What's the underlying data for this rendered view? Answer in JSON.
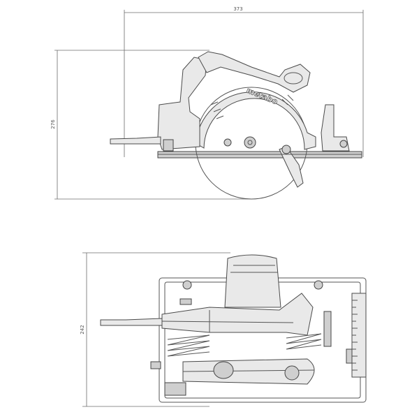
{
  "dimensions": {
    "top_width": "373",
    "top_height": "276",
    "bottom_height": "242"
  },
  "brand": "metabo",
  "colors": {
    "line": "#555555",
    "dimension": "#6b6b6b",
    "fill_light": "#e9e9e9",
    "fill_dark": "#cfcfcf"
  }
}
